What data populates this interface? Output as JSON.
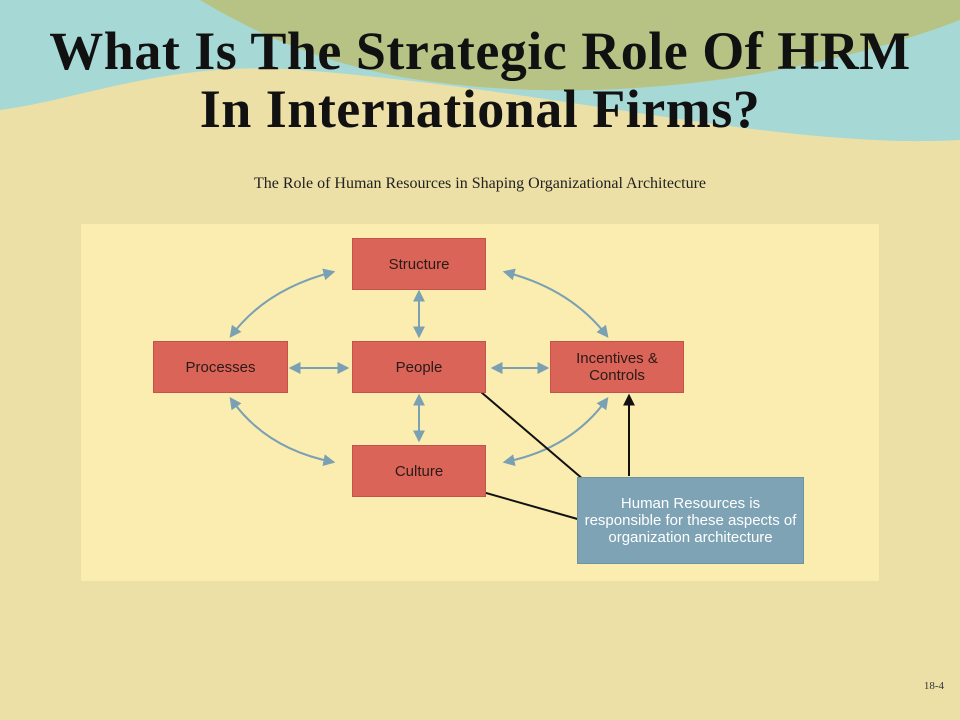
{
  "slide": {
    "title": "What Is The Strategic Role Of HRM In International Firms?",
    "subtitle": "The Role of Human Resources in Shaping Organizational Architecture",
    "slide_number": "18-4"
  },
  "diagram": {
    "nodes": {
      "structure": "Structure",
      "processes": "Processes",
      "people": "People",
      "incentives": "Incentives & Controls",
      "culture": "Culture"
    },
    "hr_note": "Human Resources is responsible for these aspects of organization architecture"
  },
  "colors": {
    "background": "#ede0a6",
    "panel": "#fbecb0",
    "node_fill": "#d96457",
    "hr_fill": "#7ea3b5",
    "arrow_blue": "#7aa0b4",
    "arrow_black": "#111111",
    "swoosh_teal": "#a6d9d6",
    "swoosh_green": "#b6c385"
  }
}
